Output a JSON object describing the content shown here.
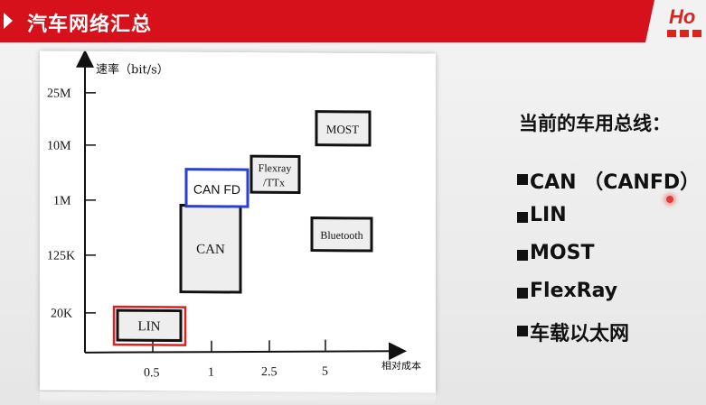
{
  "header": {
    "title": "汽车网络汇总",
    "logo_text": "Ho",
    "accent_color": "#d6111b",
    "arrow_icon": "play-arrow-icon"
  },
  "chart_data": {
    "type": "scatter",
    "ylabel": "速率（bit/s）",
    "xlabel": "相对成本",
    "y_ticks": [
      "25M",
      "10M",
      "1M",
      "125K",
      "20K"
    ],
    "x_ticks": [
      "0.5",
      "1",
      "2.5",
      "5"
    ],
    "boxes": [
      {
        "label": "LIN",
        "highlight": "#e02020"
      },
      {
        "label": "CAN",
        "highlight": ""
      },
      {
        "label": "CAN FD",
        "highlight": "#2a3fd6"
      },
      {
        "label": "Flexray\n/TTx",
        "line1": "Flexray",
        "line2": "/TTx",
        "highlight": ""
      },
      {
        "label": "MOST",
        "highlight": ""
      },
      {
        "label": "Bluetooth",
        "highlight": ""
      }
    ]
  },
  "bus_panel": {
    "title": "当前的车用总线：",
    "items": [
      "CAN （CANFD）",
      "LIN",
      "MOST",
      "FlexRay",
      "车载以太网"
    ]
  }
}
